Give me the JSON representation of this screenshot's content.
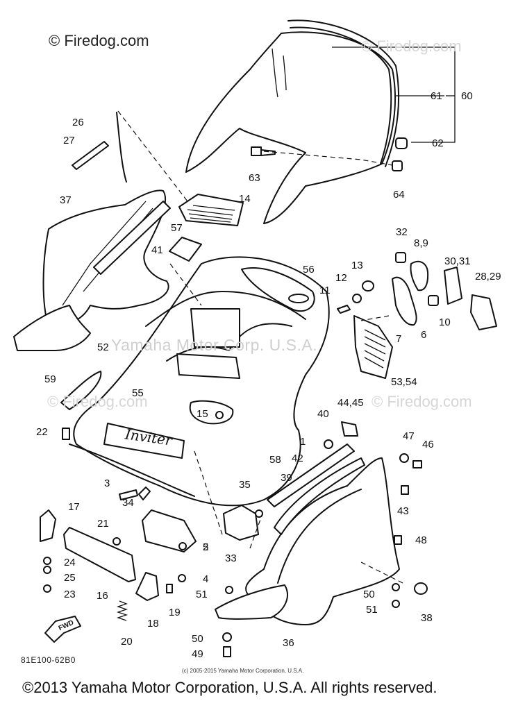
{
  "watermarks": {
    "main": "© Firedog.com",
    "faint_right_top": "© Firedog.com",
    "faint_right_mid": "© Firedog.com",
    "faint_left_mid": "© Firedog.com",
    "center": "Yamaha Motor Corp. U.S.A."
  },
  "callouts": {
    "c1": "1",
    "c2": "2",
    "c3": "3",
    "c4": "4",
    "c5": "5",
    "c6": "6",
    "c7": "7",
    "c89": "8,9",
    "c10": "10",
    "c11": "11",
    "c12": "12",
    "c13": "13",
    "c14": "14",
    "c15": "15",
    "c16": "16",
    "c17": "17",
    "c18": "18",
    "c19": "19",
    "c20": "20",
    "c21": "21",
    "c22": "22",
    "c23": "23",
    "c24": "24",
    "c25": "25",
    "c26": "26",
    "c27": "27",
    "c2829": "28,29",
    "c3031": "30,31",
    "c32": "32",
    "c33": "33",
    "c34": "34",
    "c35": "35",
    "c36": "36",
    "c37": "37",
    "c38": "38",
    "c39": "39",
    "c40": "40",
    "c41": "41",
    "c42": "42",
    "c43": "43",
    "c4445": "44,45",
    "c46": "46",
    "c47": "47",
    "c48": "48",
    "c49": "49",
    "c50a": "50",
    "c50b": "50",
    "c51a": "51",
    "c51b": "51",
    "c52": "52",
    "c5354": "53,54",
    "c55": "55",
    "c56": "56",
    "c57": "57",
    "c58": "58",
    "c59": "59",
    "c60": "60",
    "c61": "61",
    "c62": "62",
    "c63": "63",
    "c64": "64"
  },
  "emblem_text": "Inviter",
  "fwd_label": "FWD",
  "drawing_code": "81E100-62B0",
  "small_copyright": "(c) 2005-2015 Yamaha Motor Corporation, U.S.A.",
  "footer": "©2013 Yamaha Motor Corporation, U.S.A. All rights reserved."
}
